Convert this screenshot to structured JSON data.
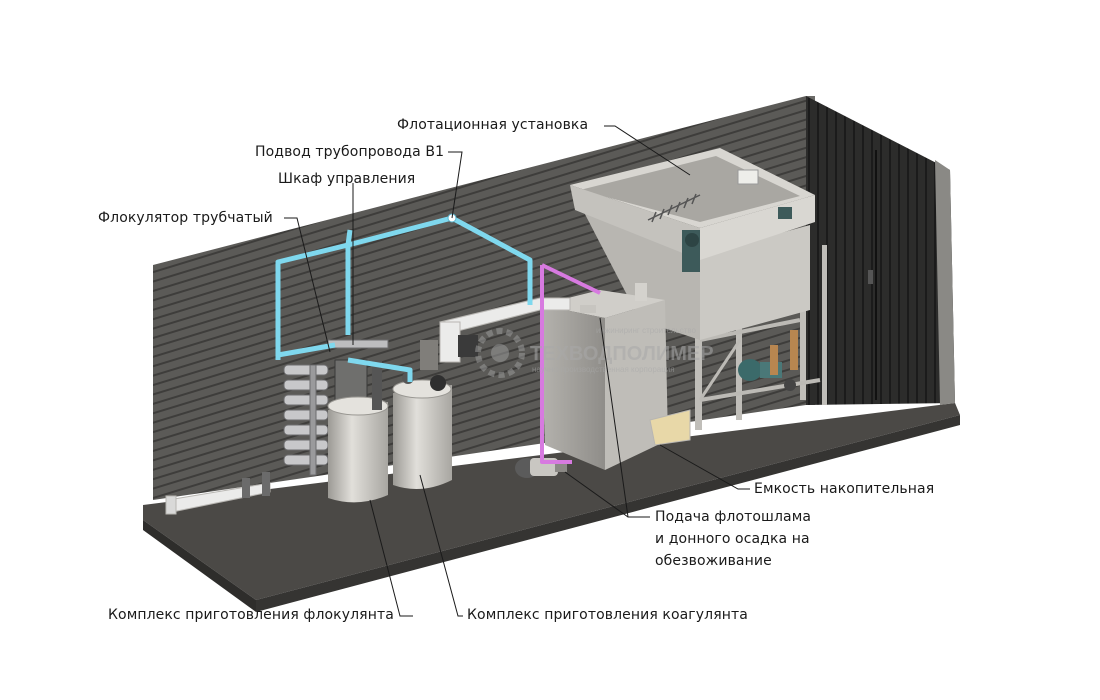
{
  "labels": {
    "flotation_unit": "Флотационная установка",
    "pipeline_b1": "Подвод трубопровода В1",
    "control_cabinet": "Шкаф управления",
    "tube_flocculator": "Флокулятор трубчатый",
    "storage_tank": "Емкость накопительная",
    "sludge_supply_line1": "Подача флотошлама",
    "sludge_supply_line2": "и донного осадка на",
    "sludge_supply_line3": "обезвоживание",
    "flocculant_complex": "Комплекс приготовления флокулянта",
    "coagulant_complex": "Комплекс приготовления коагулянта"
  },
  "watermark": {
    "tagline": "инжиниринг строительство",
    "brand": "ТЕХВОДПОЛИМЕР",
    "subtitle": "научно-производственная корпорация"
  },
  "colors": {
    "wall": "#5a5a57",
    "wall_dark": "#3f3f3d",
    "floor": "#4a4845",
    "pipe_cyan": "#7fd8ee",
    "pipe_magenta": "#d77ae0",
    "pipe_white": "#eeeeee",
    "tank": "#cfcdc8",
    "flotation_body": "#c9c7c2",
    "frame": "#b8b6b1",
    "leader": "#1a1a1a"
  }
}
